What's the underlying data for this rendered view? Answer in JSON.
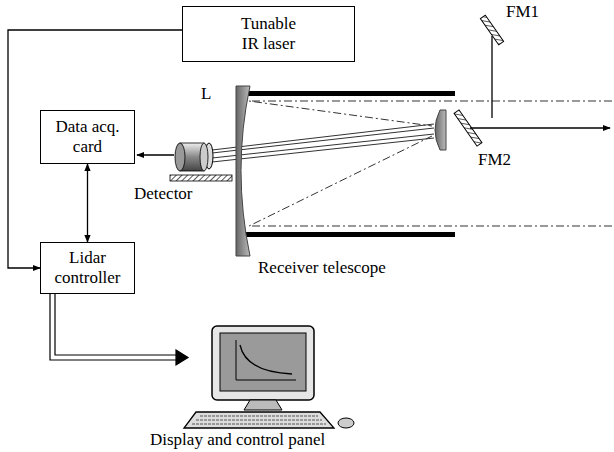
{
  "diagram": {
    "nodes": [
      {
        "text": [
          "Tunable IR laser"
        ]
      },
      {
        "text": [
          "Data acq. card"
        ]
      },
      {
        "text": [
          "Lidar controller"
        ]
      }
    ],
    "edges": [
      {
        "from": 0,
        "to": 2,
        "arrow": "to"
      },
      {
        "from": 1,
        "to": 2,
        "arrow": "both"
      }
    ],
    "labels": [
      "FM1",
      "L",
      "FM2",
      "Detector",
      "Receiver telescope",
      "Display and control panel"
    ]
  }
}
